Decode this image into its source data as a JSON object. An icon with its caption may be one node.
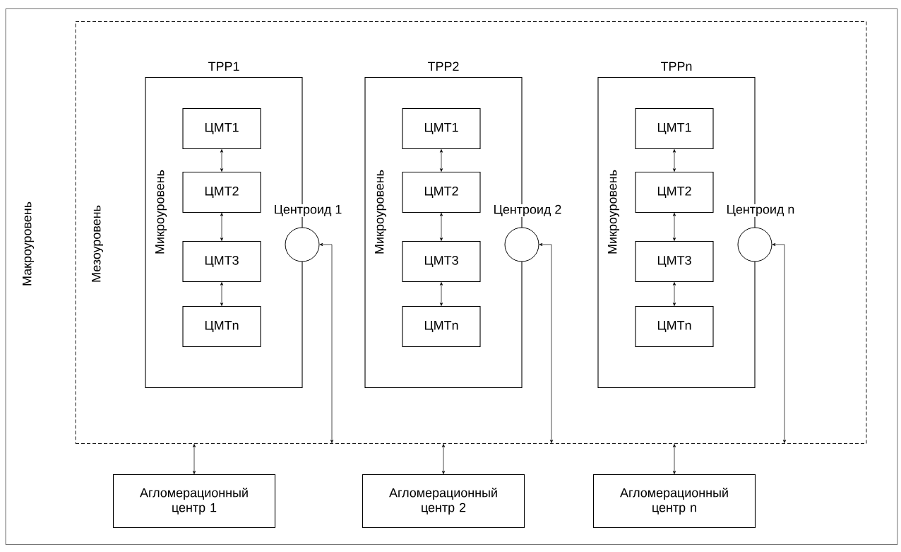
{
  "diagram": {
    "nodes": [
      {
        "text": [
          "Макроуровень"
        ]
      },
      {
        "text": [
          "Мезоуровень"
        ],
        "in": 0
      },
      {
        "text": [
          "ТРР1",
          "Микроуровень"
        ],
        "in": 1
      },
      {
        "text": [
          "ЦМТ1"
        ],
        "in": 2
      },
      {
        "text": [
          "ЦМТ2"
        ],
        "in": 2
      },
      {
        "text": [
          "ЦМТ3"
        ],
        "in": 2
      },
      {
        "text": [
          "ЦМТn"
        ],
        "in": 2
      },
      {
        "text": [
          "Центроид 1"
        ],
        "in": 1
      },
      {
        "text": [
          "ТРР2",
          "Микроуровень"
        ],
        "in": 1
      },
      {
        "text": [
          "ЦМТ1"
        ],
        "in": 8
      },
      {
        "text": [
          "ЦМТ2"
        ],
        "in": 8
      },
      {
        "text": [
          "ЦМТ3"
        ],
        "in": 8
      },
      {
        "text": [
          "ЦМТn"
        ],
        "in": 8
      },
      {
        "text": [
          "Центроид 2"
        ],
        "in": 1
      },
      {
        "text": [
          "ТРРn",
          "Микроуровень"
        ],
        "in": 1
      },
      {
        "text": [
          "ЦМТ1"
        ],
        "in": 14
      },
      {
        "text": [
          "ЦМТ2"
        ],
        "in": 14
      },
      {
        "text": [
          "ЦМТ3"
        ],
        "in": 14
      },
      {
        "text": [
          "ЦМТn"
        ],
        "in": 14
      },
      {
        "text": [
          "Центроид n"
        ],
        "in": 1
      },
      {
        "text": [
          "Агломерационный центр 1"
        ],
        "in": 0
      },
      {
        "text": [
          "Агломерационный центр 2"
        ],
        "in": 0
      },
      {
        "text": [
          "Агломерационный центр n"
        ],
        "in": 0
      }
    ],
    "edges": [
      {
        "from": 3,
        "to": 4,
        "arrow": "both"
      },
      {
        "from": 4,
        "to": 5,
        "arrow": "both"
      },
      {
        "from": 5,
        "to": 6,
        "arrow": "both"
      },
      {
        "from": 7,
        "to": 1,
        "arrow": "both"
      },
      {
        "from": 9,
        "to": 10,
        "arrow": "both"
      },
      {
        "from": 10,
        "to": 11,
        "arrow": "both"
      },
      {
        "from": 11,
        "to": 12,
        "arrow": "both"
      },
      {
        "from": 13,
        "to": 1,
        "arrow": "both"
      },
      {
        "from": 15,
        "to": 16,
        "arrow": "both"
      },
      {
        "from": 16,
        "to": 17,
        "arrow": "both"
      },
      {
        "from": 17,
        "to": 18,
        "arrow": "both"
      },
      {
        "from": 19,
        "to": 1,
        "arrow": "both"
      },
      {
        "from": 1,
        "to": 20,
        "arrow": "both"
      },
      {
        "from": 1,
        "to": 21,
        "arrow": "both"
      },
      {
        "from": 1,
        "to": 22,
        "arrow": "both"
      }
    ]
  }
}
